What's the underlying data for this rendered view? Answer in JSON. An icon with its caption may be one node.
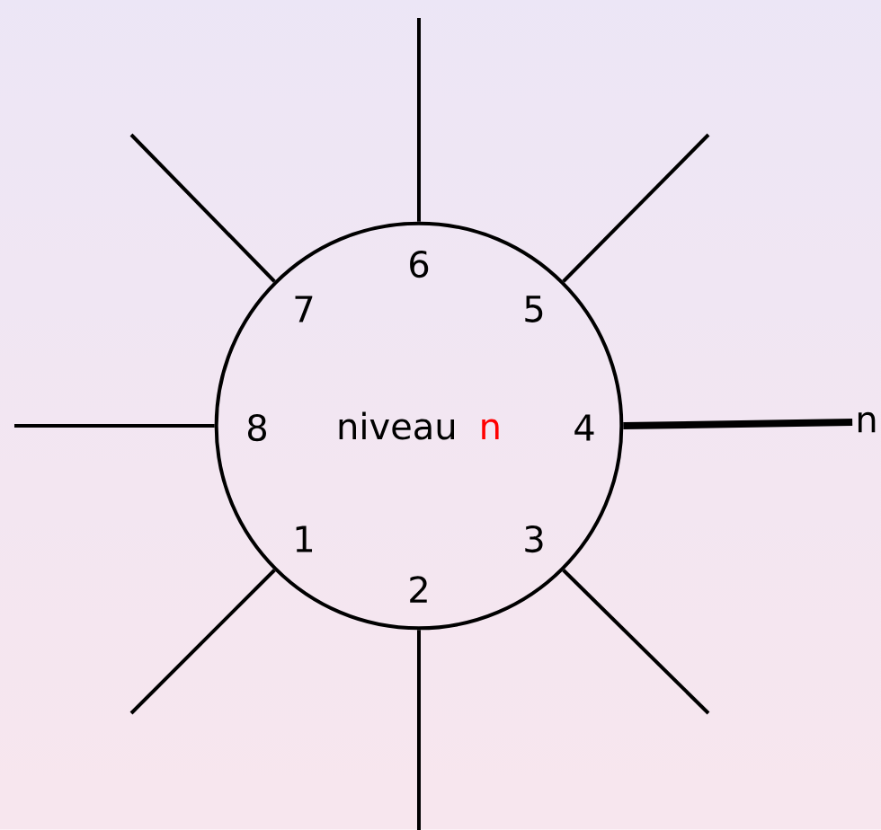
{
  "diagram": {
    "nodes": [
      {
        "text": [
          "niveau",
          "n"
        ]
      },
      {
        "text": [
          "n"
        ]
      }
    ],
    "edges": [
      {
        "from": 0,
        "to": null,
        "arrow": "none"
      },
      {
        "from": 0,
        "to": null,
        "arrow": "none"
      },
      {
        "from": 0,
        "to": null,
        "arrow": "none"
      },
      {
        "from": 0,
        "to": null,
        "arrow": "none"
      },
      {
        "from": 0,
        "to": 1,
        "arrow": "none",
        "style": "thick"
      },
      {
        "from": 0,
        "to": null,
        "arrow": "none"
      },
      {
        "from": 0,
        "to": null,
        "arrow": "none"
      },
      {
        "from": 0,
        "to": null,
        "arrow": "none"
      }
    ],
    "labels": [
      "6",
      "7",
      "5",
      "8",
      "4",
      "1",
      "3",
      "2"
    ]
  }
}
